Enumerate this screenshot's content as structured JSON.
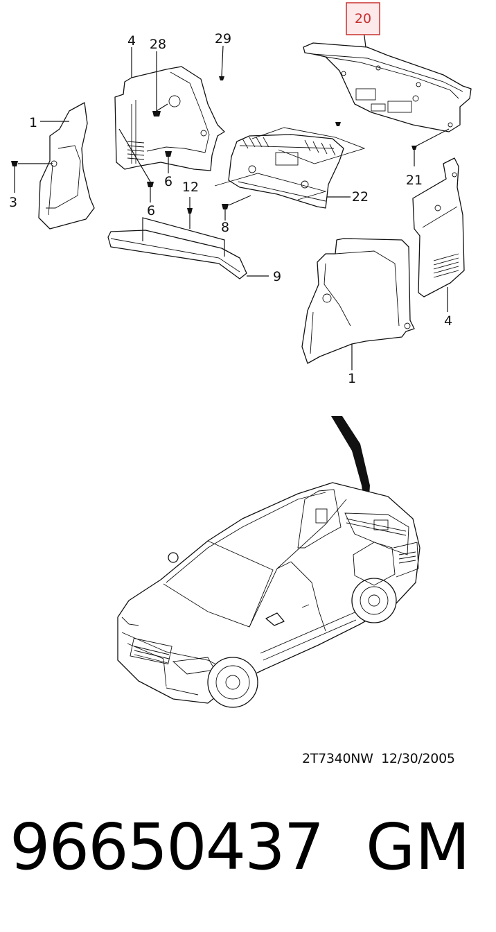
{
  "diagram": {
    "callouts": [
      {
        "id": "c20",
        "label": "20",
        "highlighted": true
      },
      {
        "id": "c4a",
        "label": "4"
      },
      {
        "id": "c28",
        "label": "28"
      },
      {
        "id": "c29",
        "label": "29"
      },
      {
        "id": "c1a",
        "label": "1"
      },
      {
        "id": "c3",
        "label": "3"
      },
      {
        "id": "c6a",
        "label": "6"
      },
      {
        "id": "c6b",
        "label": "6"
      },
      {
        "id": "c12",
        "label": "12"
      },
      {
        "id": "c21",
        "label": "21"
      },
      {
        "id": "c22",
        "label": "22"
      },
      {
        "id": "c8",
        "label": "8"
      },
      {
        "id": "c9",
        "label": "9"
      },
      {
        "id": "c4b",
        "label": "4"
      },
      {
        "id": "c1b",
        "label": "1"
      }
    ],
    "highlight_color": "#c8302e",
    "highlight_fill": "#fde8ea"
  },
  "footer": {
    "drawing_code": "2T7340NW",
    "date": "12/30/2005",
    "part_number": "96650437",
    "brand": "GM"
  }
}
